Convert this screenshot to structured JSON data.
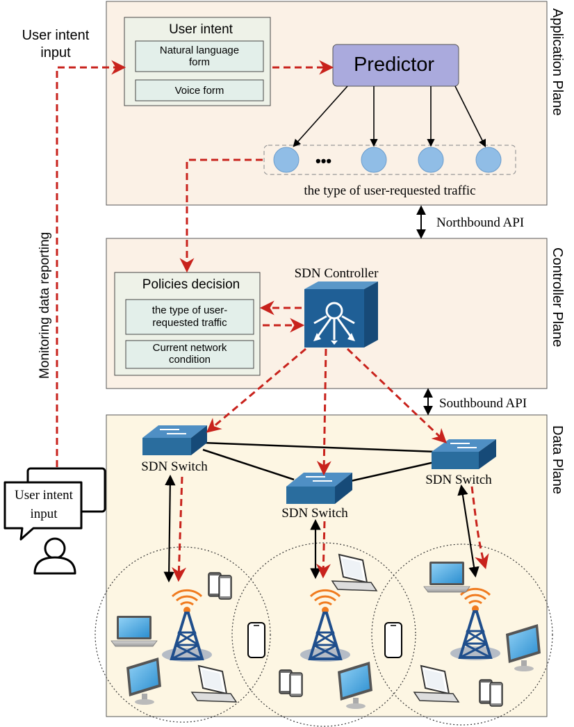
{
  "planes": {
    "application": "Application Plane",
    "controller": "Controller Plane",
    "data": "Data Plane"
  },
  "apis": {
    "northbound": "Northbound API",
    "southbound": "Southbound API"
  },
  "user_intent_box": {
    "title": "User intent",
    "natural_line1": "Natural language",
    "natural_line2": "form",
    "voice": "Voice form"
  },
  "predictor": "Predictor",
  "traffic_types": {
    "label": "the type of user-requested traffic",
    "ellipsis": "•••"
  },
  "side_labels": {
    "user_intent_input_line1": "User intent",
    "user_intent_input_line2": "input",
    "monitoring": "Monitoring data reporting",
    "bubble_line1": "User intent",
    "bubble_line2": "input"
  },
  "policies": {
    "title": "Policies decision",
    "traffic_line1": "the type of user-",
    "traffic_line2": "requested traffic",
    "network_line1": "Current network",
    "network_line2": "condition"
  },
  "sdn_controller": "SDN Controller",
  "switches": {
    "left": "SDN Switch",
    "middle": "SDN Switch",
    "right": "SDN Switch"
  },
  "colors": {
    "plane_fill": "#fbf1e6",
    "data_plane_fill": "#fdf6e3",
    "box_fill": "#eef2e8",
    "subbox_fill": "#e3efea",
    "predictor_fill": "#aaaadd",
    "node_fill": "#90bde6",
    "dashed_arrow": "#c8221c",
    "controller_blue": "#1f5f96",
    "switch_blue": "#2a6d9e",
    "tower_blue": "#1f4e8c",
    "tower_orange": "#f07b1f"
  }
}
